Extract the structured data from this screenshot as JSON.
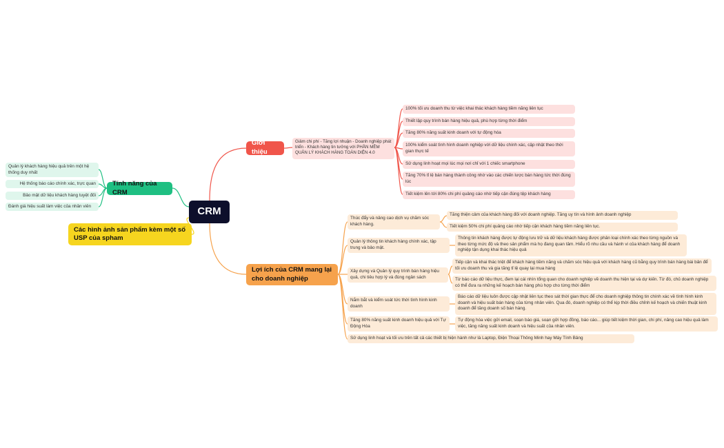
{
  "root": "CRM",
  "colors": {
    "root": "#0d0f2b",
    "red": "#f0554a",
    "green": "#1fbf82",
    "orange": "#f6a24c",
    "yellow": "#f6d51f"
  },
  "gioi_thieu": {
    "title": "Giới thiệu",
    "sub": "Giảm chi phí - Tăng lợi nhuận - Doanh nghiệp phát triển - Khách hàng tin tưởng với PHẦN MỀM QUẢN LÝ KHÁCH HÀNG TOÀN DIỆN 4.0",
    "items": [
      "100% tối ưu doanh thu từ việc khai thác khách hàng tiềm năng liên tục",
      "Thiết lập quy trình bán hàng hiệu quả, phù hợp từng thời điểm",
      "Tăng 80% năng suất kinh doanh với tự động hóa",
      "100% kiểm soát tình hình doanh nghiệp với dữ liệu chính xác, cập nhật theo thời gian thực tế",
      "Sử dụng linh hoạt mọi lúc mọi nơi chỉ với 1 chiếc smartphone",
      "Tăng 70% tỉ lệ bán hàng thành công nhờ vào các chiến lược bán hàng tức thời đúng lúc",
      "Tiết kiệm lên tới 80% chi phí quảng cáo nhờ tiếp cận đúng tệp khách hàng"
    ]
  },
  "tinh_nang": {
    "title": "Tính năng của CRM",
    "items": [
      "Quản lý khách hàng hiệu quả trên một hệ thống duy nhất",
      "Hệ thống báo cáo chính xác, trực quan",
      "Bảo mật dữ liệu khách hàng tuyệt đối",
      "Đánh giá hiệu suất làm việc của nhân viên"
    ]
  },
  "hinh_anh": {
    "title": "Các hình ảnh sản phẩm kèm một số USP của spham"
  },
  "loi_ich": {
    "title": "Lợi ích của CRM mang lại cho doanh nghiệp",
    "groups": [
      {
        "label": "Thúc đẩy và nâng cao dịch vụ chăm sóc khách hàng.",
        "details": [
          "Tăng thiện cảm của khách hàng đối với doanh nghiệp. Tăng uy tín và hình ảnh doanh nghiệp",
          "Tiết kiệm 50% chi phí quảng cáo nhờ tiếp cận khách hàng tiềm năng liên tục."
        ]
      },
      {
        "label": "Quản lý thông tin khách hàng chính xác, tập trung và bảo mật.",
        "details": [
          "Thông tin khách hàng được tự động lưu trữ và dữ liệu khách hàng được phân loại chính xác theo từng nguồn và theo từng mức độ và theo sản phẩm mà họ đang quan tâm. Hiểu rõ nhu cầu và hành vi của khách hàng để doanh nghiệp tận dụng khai thác hiệu quả"
        ]
      },
      {
        "label": "Xây dựng và Quản lý quy trình bán hàng hiệu quả, chi tiêu hợp lý và đúng ngân sách",
        "details": [
          "Tiếp cận và khai thác triệt để khách hàng tiềm năng và chăm sóc hiệu quả với khách hàng cũ bằng quy trình bán hàng bài bản để tối ưu doanh thu và gia tăng tỉ lệ quay lại mua hàng",
          "Từ báo cáo dữ liệu thực, đem lại cái nhìn tổng quan cho doanh nghiệp về doanh thu hiện tại và dự kiến. Từ đó, chủ doanh nghiệp có thể đưa ra những kế hoạch bán hàng phù hợp cho từng thời điểm"
        ]
      },
      {
        "label": "Nắm bắt và kiểm soát tức thời tình hình kinh doanh",
        "details": [
          "Báo cáo dữ liệu luôn được cập nhật liên tục theo sát thời gian thực để cho doanh nghiệp thông tin chính xác về tình hình kinh doanh và hiệu suất bán hàng của từng nhân viên. Qua đó, doanh nghiệp có thể kịp thời điều chỉnh kế hoạch và chiến thuật kinh doanh để tăng doanh số bán hàng."
        ]
      },
      {
        "label": "Tăng 80% năng suất kinh doanh hiệu quả với Tự Động Hóa",
        "details": [
          "Tự động hóa việc gửi email, soạn báo giá, soạn gửi hợp đồng, báo cáo... giúp tiết kiệm thời gian, chi phí, nâng cao hiệu quả làm việc, tăng năng suất kinh doanh và hiệu suất của nhân viên."
        ]
      },
      {
        "label": "Sử dụng linh hoạt và tối ưu trên tất cả các thiết bị hiện hành như là Laptop, Điện Thoại Thông Minh hay Máy Tính Bảng",
        "details": []
      }
    ]
  }
}
